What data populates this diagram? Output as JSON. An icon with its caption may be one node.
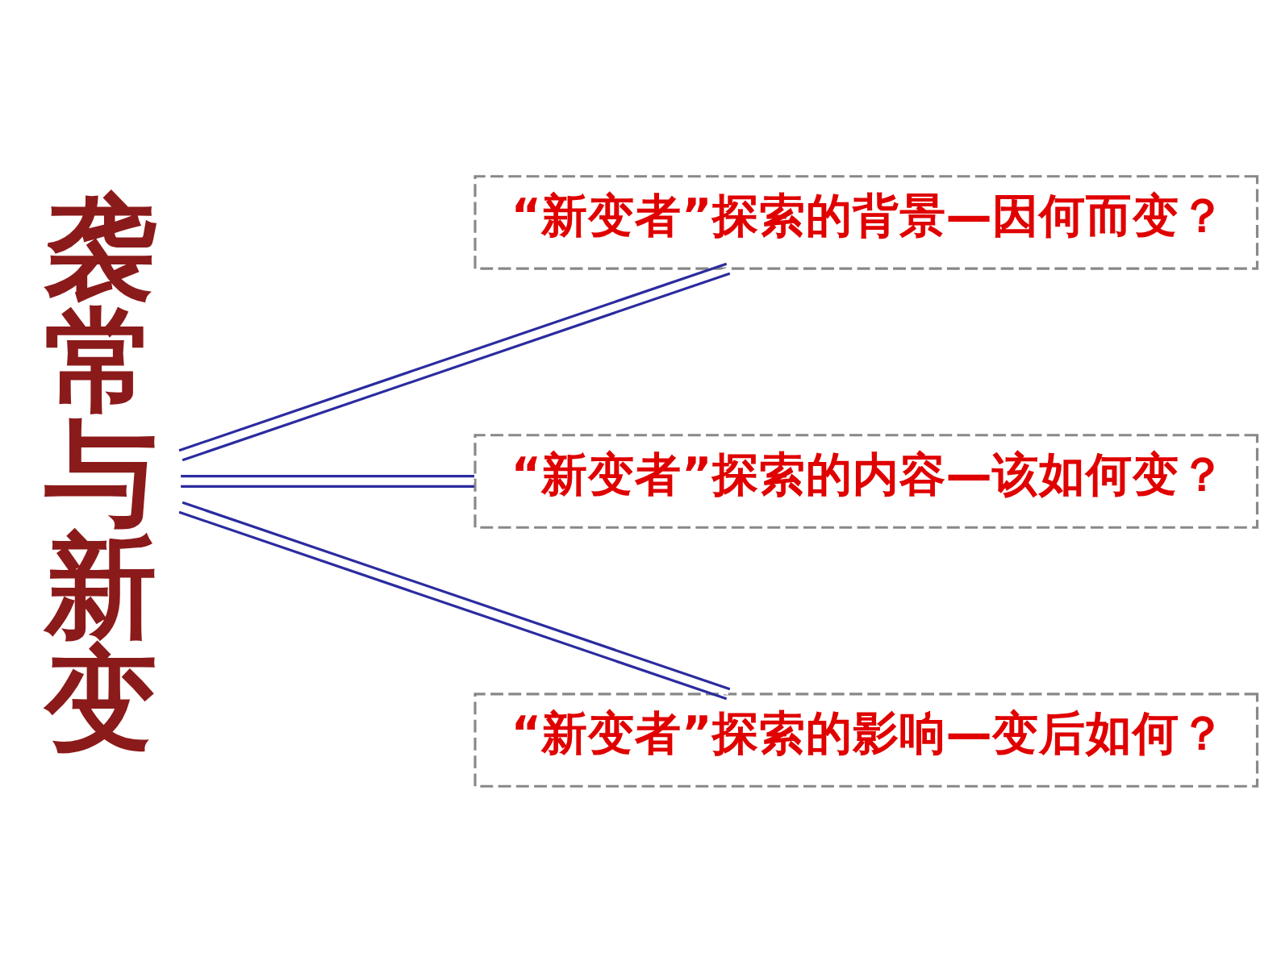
{
  "diagram": {
    "nodes": [
      {
        "text": [
          "袭常与新变"
        ]
      },
      {
        "text": [
          "“新变者”探索的背景—因何而变？"
        ]
      },
      {
        "text": [
          "“新变者”探索的内容—该如何变？"
        ]
      },
      {
        "text": [
          "“新变者”探索的影响—变后如何？"
        ]
      }
    ],
    "edges": [
      {
        "from": 0,
        "to": 1,
        "arrow": "none"
      },
      {
        "from": 0,
        "to": 2,
        "arrow": "none"
      },
      {
        "from": 0,
        "to": 3,
        "arrow": "none"
      }
    ]
  }
}
